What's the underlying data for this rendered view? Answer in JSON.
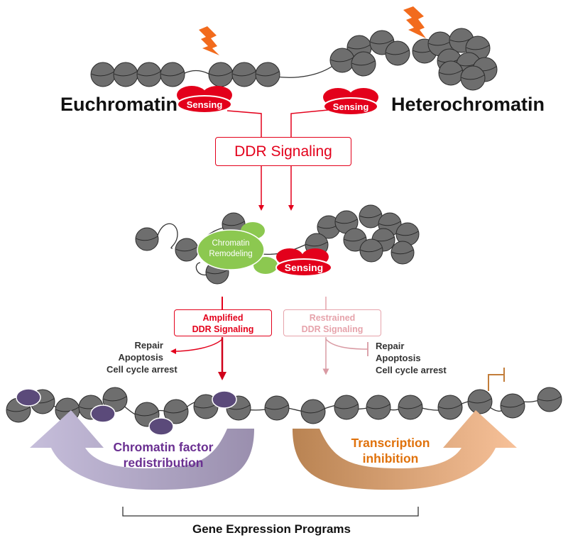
{
  "labels": {
    "euchromatin": "Euchromatin",
    "heterochromatin": "Heterochromatin",
    "sensing": "Sensing",
    "ddr_signaling": "DDR Signaling",
    "chromatin_remodeling_line1": "Chromatin",
    "chromatin_remodeling_line2": "Remodeling",
    "amplified_line1": "Amplified",
    "amplified_line2": "DDR Signaling",
    "restrained_line1": "Restrained",
    "restrained_line2": "DDR Signaling",
    "outcomes_left": [
      "Repair",
      "Apoptosis",
      "Cell cycle arrest"
    ],
    "outcomes_right": [
      "Repair",
      "Apoptosis",
      "Cell cycle arrest"
    ],
    "chromatin_factor_line1": "Chromatin factor",
    "chromatin_factor_line2": "redistribution",
    "transcription_line1": "Transcription",
    "transcription_line2": "inhibition",
    "gene_expression": "Gene Expression Programs"
  },
  "colors": {
    "nucleosome": "#6e6e6e",
    "sensing_red": "#e3001b",
    "remodeler_green": "#8cc850",
    "factor_purple": "#5b4a7a",
    "lightning_orange": "#f26b1d",
    "restrained_pink": "#e6a3ab",
    "transcription_orange": "#e0720c",
    "chromatin_factor_purple": "#6a2f91"
  },
  "icons": [
    "lightning-bolt-icon",
    "nucleosome-icon",
    "inhibition-bar-icon"
  ]
}
